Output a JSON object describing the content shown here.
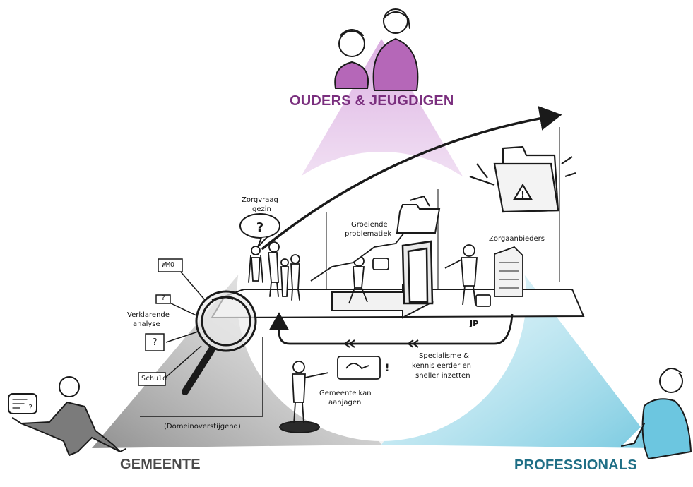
{
  "labels": {
    "ouders": "OUDERS & JEUGDIGEN",
    "gemeente": "GEMEENTE",
    "professionals": "PROFESSIONALS",
    "zorgvraag_1": "Zorgvraag",
    "zorgvraag_2": "gezin",
    "groeiende_1": "Groeiende",
    "groeiende_2": "problematiek",
    "zorgaanbieders": "Zorgaanbieders",
    "jp": "JP",
    "verklarende_1": "Verklarende",
    "verklarende_2": "analyse",
    "specialisme_1": "Specialisme &",
    "specialisme_2": "kennis eerder en",
    "specialisme_3": "sneller inzetten",
    "gemeente_kan_1": "Gemeente kan",
    "gemeente_kan_2": "aanjagen",
    "domein": "(Domeinoverstijgend)",
    "wmo": "WMO",
    "schuld": "Schuld",
    "q1": "?",
    "q2": "?",
    "q3": "?"
  },
  "colors": {
    "purple": "#c38fd0",
    "purple_text": "#7a2f7e",
    "blue": "#7fcbe0",
    "blue_text": "#1f6f86",
    "gray": "#8e8e8e",
    "gray_text": "#4a4a4a",
    "ink": "#1a1a1a"
  },
  "icons": [
    "magnifier-icon",
    "folder-warning-icon",
    "folder-icon",
    "door-icon",
    "building-icon",
    "briefcase-icon",
    "speech-bubble-icon"
  ]
}
